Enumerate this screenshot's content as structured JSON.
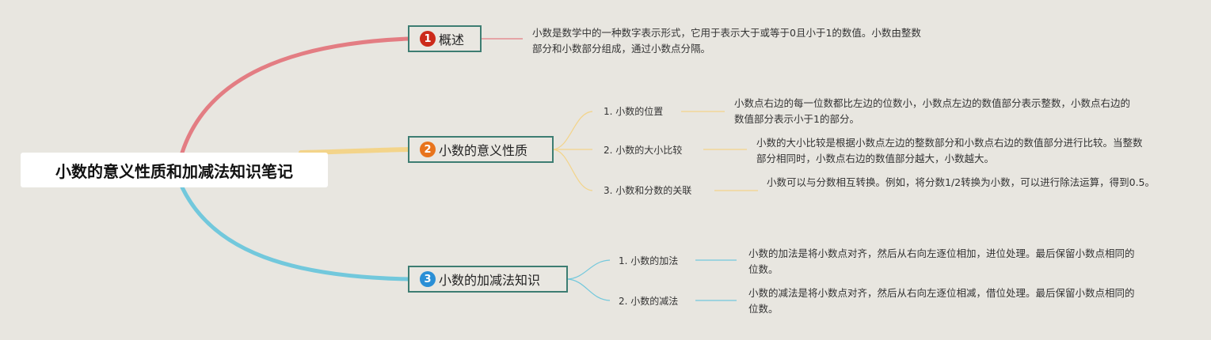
{
  "root": {
    "title": "小数的意义性质和加减法知识笔记"
  },
  "branches": [
    {
      "number": "1",
      "badge_color": "#cc2a1a",
      "line_color": "#e37d83",
      "label": "概述",
      "description": "小数是数学中的一种数字表示形式，它用于表示大于或等于0且小于1的数值。小数由整数部分和小数部分组成，通过小数点分隔。"
    },
    {
      "number": "2",
      "badge_color": "#e8741c",
      "line_color": "#f3d48a",
      "label": "小数的意义性质",
      "children": [
        {
          "label": "1. 小数的位置",
          "description": "小数点右边的每一位数都比左边的位数小，小数点左边的数值部分表示整数，小数点右边的数值部分表示小于1的部分。"
        },
        {
          "label": "2. 小数的大小比较",
          "description": "小数的大小比较是根据小数点左边的整数部分和小数点右边的数值部分进行比较。当整数部分相同时，小数点右边的数值部分越大，小数越大。"
        },
        {
          "label": "3. 小数和分数的关联",
          "description": "小数可以与分数相互转换。例如，将分数1/2转换为小数，可以进行除法运算，得到0.5。"
        }
      ]
    },
    {
      "number": "3",
      "badge_color": "#2a8fd6",
      "line_color": "#72c8dc",
      "label": "小数的加减法知识",
      "children": [
        {
          "label": "1. 小数的加法",
          "description": "小数的加法是将小数点对齐，然后从右向左逐位相加，进位处理。最后保留小数点相同的位数。"
        },
        {
          "label": "2. 小数的减法",
          "description": "小数的减法是将小数点对齐，然后从右向左逐位相减，借位处理。最后保留小数点相同的位数。"
        }
      ]
    }
  ]
}
